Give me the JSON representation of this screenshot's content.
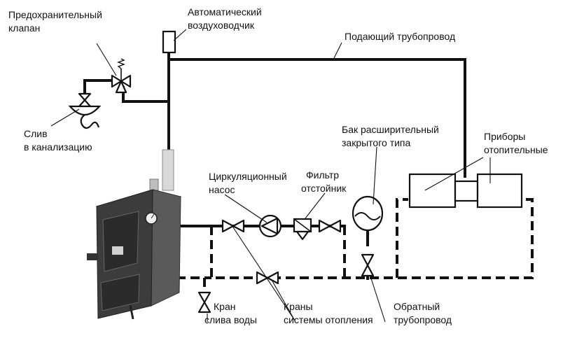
{
  "labels": {
    "safety_valve": [
      "Предохранительный",
      "клапан"
    ],
    "air_vent": [
      "Автоматический",
      "воздуховодчик"
    ],
    "supply_pipe": "Подающий трубопровод",
    "drain_sewer": [
      "Слив",
      "в канализацию"
    ],
    "expansion_tank": [
      "Бак расширительный",
      "закрытого типа"
    ],
    "radiators": [
      "Приборы",
      "отопительные"
    ],
    "pump": [
      "Циркуляционный",
      "насос"
    ],
    "filter": [
      "Фильтр",
      "отстойник"
    ],
    "drain_valve": [
      "Кран",
      "слива воды"
    ],
    "heating_valves": [
      "Краны",
      "системы отопления"
    ],
    "return_pipe": [
      "Обратный",
      "трубопровод"
    ]
  },
  "colors": {
    "line": "#111111",
    "boiler_body": "#4a4a4a",
    "boiler_top": "#9a9a9a",
    "device_fill": "#ffffff"
  },
  "icons": [
    "boiler-icon",
    "safety-valve-icon",
    "air-vent-icon",
    "drain-funnel-icon",
    "pump-icon",
    "filter-icon",
    "expansion-tank-icon",
    "radiator-icon",
    "valve-icon"
  ]
}
